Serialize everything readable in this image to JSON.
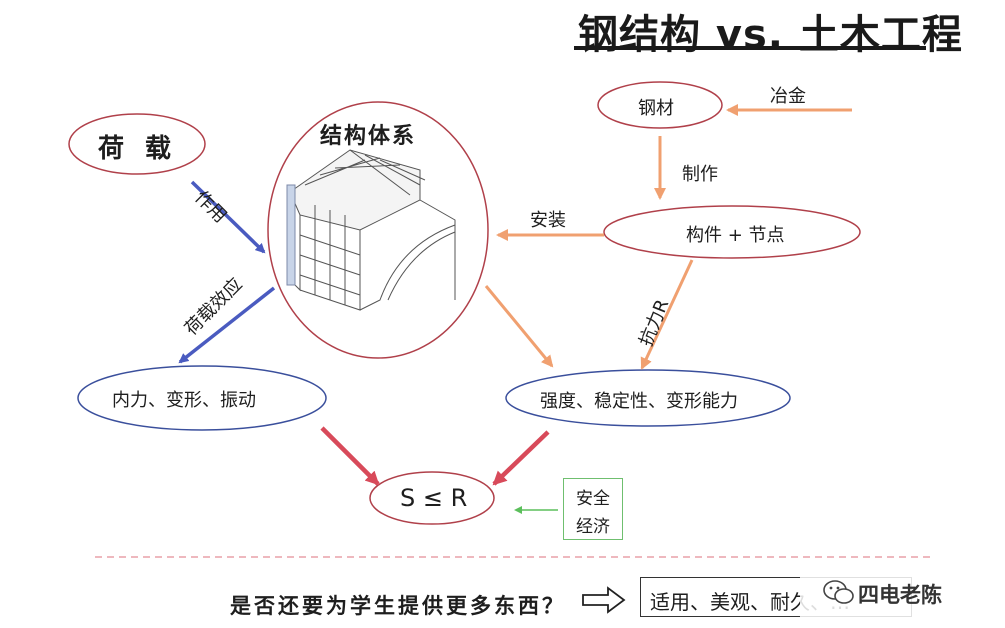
{
  "title": "钢结构 vs. 土木工程",
  "nodes": {
    "load": "荷 载",
    "system": "结构体系",
    "internal": "内力、变形、振动",
    "sr": "S ≤ R",
    "strength": "强度、稳定性、变形能力",
    "member": "构件 + 节点",
    "steel": "钢材"
  },
  "edges": {
    "action": "作用",
    "load_effect": "荷载效应",
    "install": "安装",
    "make": "制作",
    "metallurgy": "冶金",
    "resist": "抗力R"
  },
  "safety": {
    "line1": "安全",
    "line2": "经济"
  },
  "bottom": {
    "question": "是否还要为学生提供更多东西？",
    "answer": "适用、美观、耐久、…"
  },
  "watermark": {
    "text": "四电老陈"
  },
  "colors": {
    "ellipse_stroke": "#b0404a",
    "ellipse_blue": "#3a4f9c",
    "arrow_blue": "#4a5bc0",
    "arrow_orange": "#f0a070",
    "arrow_red": "#d84a5a",
    "arrow_green": "#5cbf5c",
    "dashed_line": "#e8a0a8"
  }
}
